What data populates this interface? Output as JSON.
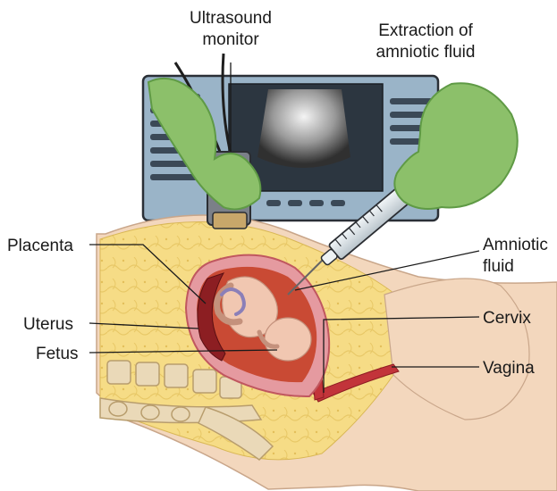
{
  "labels": {
    "ultrasound_monitor": [
      "Ultrasound",
      "monitor"
    ],
    "extraction": [
      "Extraction of",
      "amniotic fluid"
    ],
    "placenta": "Placenta",
    "amniotic_fluid": [
      "Amniotic",
      "fluid"
    ],
    "uterus": "Uterus",
    "cervix": "Cervix",
    "fetus": "Fetus",
    "vagina": "Vagina"
  },
  "colors": {
    "glove": "#8cc06a",
    "glove_dark": "#5f9a45",
    "skin": "#f3d7bd",
    "fat": "#f6dc86",
    "fat_dark": "#e6c35e",
    "uterus_wall": "#e59aa0",
    "fluid": "#c94a34",
    "placenta": "#b6292c",
    "bone": "#ead9b8",
    "monitor_frame": "#9ab4c8",
    "monitor_screen": "#2c3640"
  }
}
